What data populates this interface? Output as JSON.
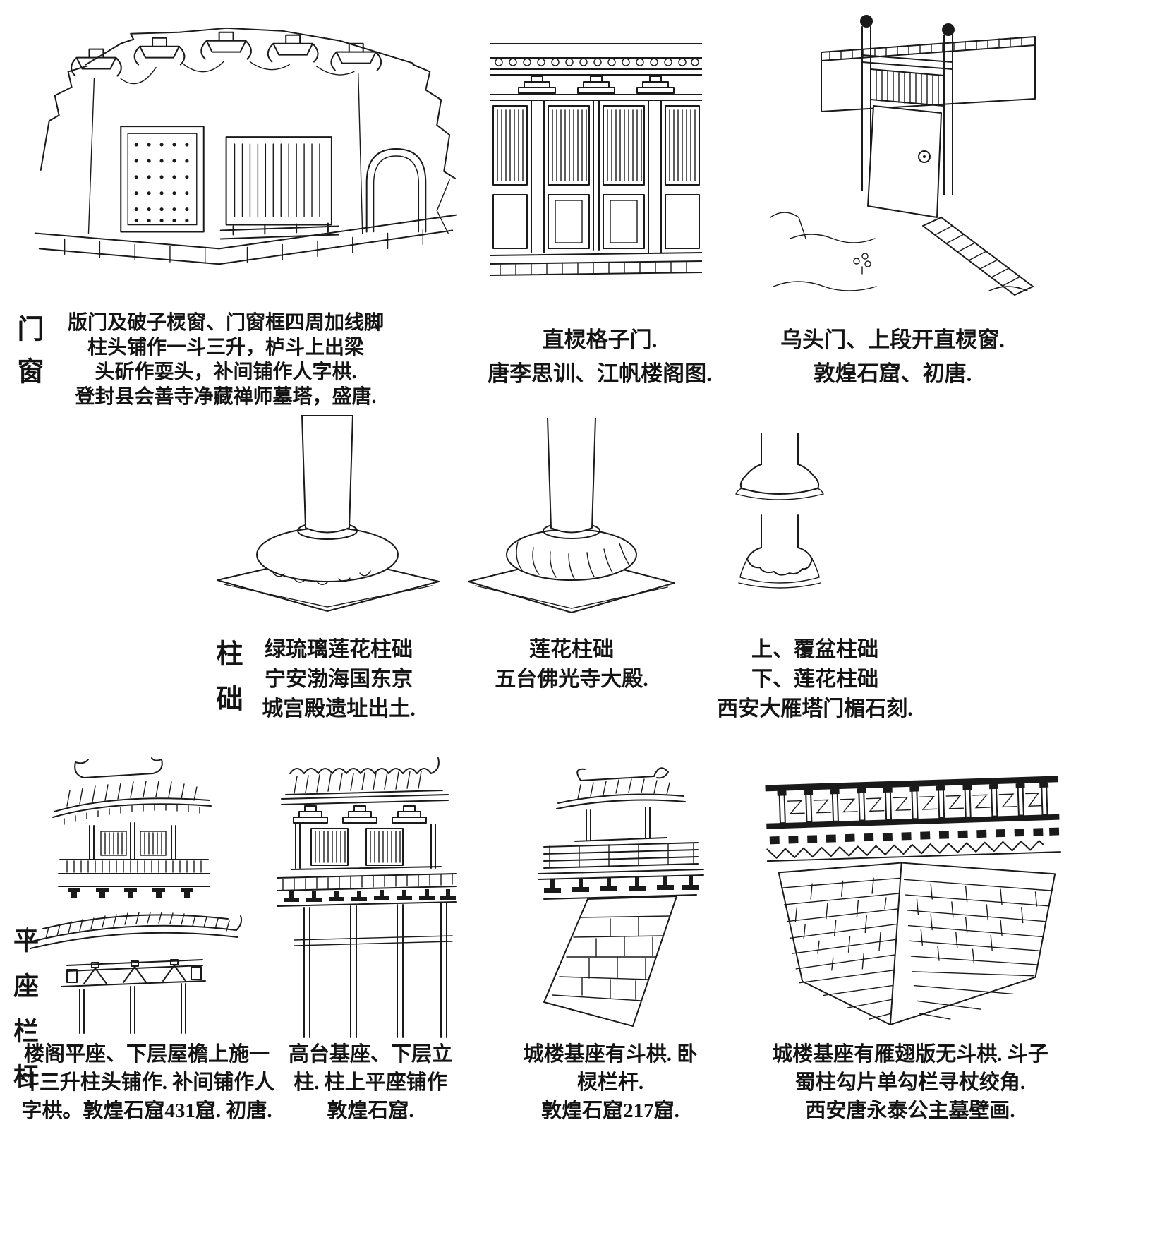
{
  "colors": {
    "ink": "#1a1a1a",
    "paper": "#ffffff"
  },
  "sections": [
    {
      "side_label": "门窗",
      "figures": [
        {
          "caption_lines": [
            "版门及破子棂窗、门窗框四周加线脚",
            "柱头铺作一斗三升，栌斗上出梁",
            "头斫作耍头，补间铺作人字栱.",
            "登封县会善寺净藏禅师墓塔，盛唐."
          ]
        },
        {
          "caption_lines": [
            "直棂格子门.",
            "唐李思训、江帆楼阁图."
          ]
        },
        {
          "caption_lines": [
            "乌头门、上段开直棂窗.",
            "敦煌石窟、初唐."
          ]
        }
      ]
    },
    {
      "side_label": "柱础",
      "figures": [
        {
          "caption_lines": [
            "绿琉璃莲花柱础",
            "宁安渤海国东京",
            "城宫殿遗址出土."
          ]
        },
        {
          "caption_lines": [
            "莲花柱础",
            "五台佛光寺大殿."
          ]
        },
        {
          "caption_lines": [
            "上、覆盆柱础",
            "下、莲花柱础",
            "西安大雁塔门楣石刻."
          ]
        }
      ]
    },
    {
      "side_label": "平座栏杆",
      "figures": [
        {
          "caption_lines": [
            "楼阁平座、下层屋檐上施一",
            "斗三升柱头铺作. 补间铺作人",
            "字栱。敦煌石窟431窟. 初唐."
          ]
        },
        {
          "caption_lines": [
            "高台基座、下层立",
            "柱. 柱上平座铺作",
            "敦煌石窟."
          ]
        },
        {
          "caption_lines": [
            "城楼基座有斗栱. 卧",
            "棂栏杆.",
            "敦煌石窟217窟."
          ]
        },
        {
          "caption_lines": [
            "城楼基座有雁翅版无斗栱. 斗子",
            "蜀柱勾片单勾栏寻杖绞角.",
            "西安唐永泰公主墓壁画."
          ]
        }
      ]
    }
  ]
}
